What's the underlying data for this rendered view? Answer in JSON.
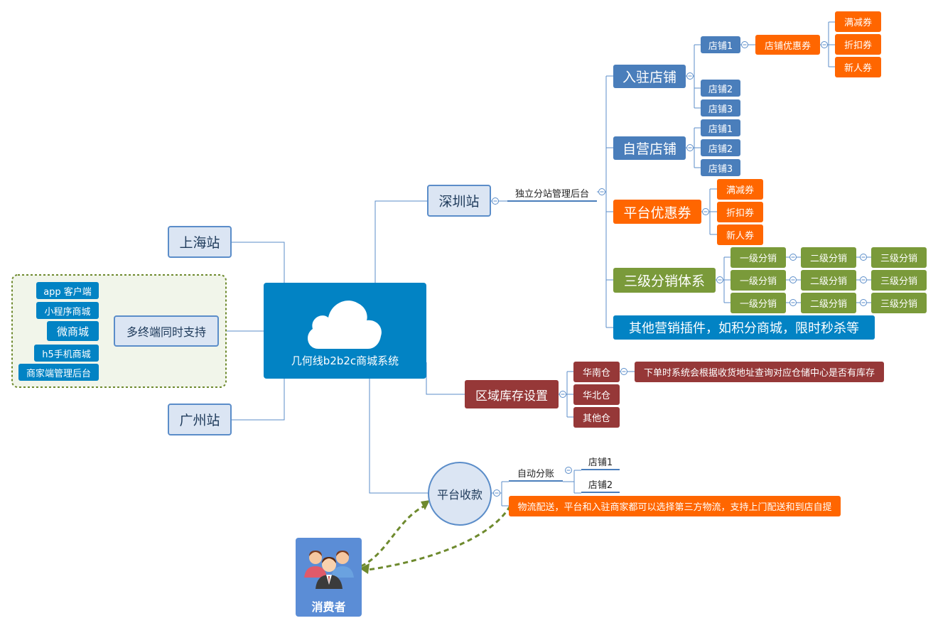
{
  "center": {
    "title": "几何线b2b2c商城系统",
    "icon": "cloud-icon"
  },
  "stations": {
    "shanghai": "上海站",
    "guangzhou": "广州站",
    "shenzhen": "深圳站"
  },
  "multi_terminal": {
    "label": "多终端同时支持",
    "items": [
      "app 客户端",
      "小程序商城",
      "微商城",
      "h5手机商城",
      "商家端管理后台"
    ]
  },
  "shenzhen_branch": {
    "admin_label": "独立分站管理后台",
    "settled_stores": {
      "label": "入驻店铺",
      "stores": [
        "店铺1",
        "店铺2",
        "店铺3"
      ],
      "coupon_label": "店铺优惠券",
      "coupons": [
        "满减券",
        "折扣券",
        "新人券"
      ]
    },
    "self_stores": {
      "label": "自营店铺",
      "stores": [
        "店铺1",
        "店铺2",
        "店铺3"
      ]
    },
    "platform_coupons": {
      "label": "平台优惠券",
      "coupons": [
        "满减券",
        "折扣券",
        "新人券"
      ]
    },
    "distribution": {
      "label": "三级分销体系",
      "rows": [
        [
          "一级分销",
          "二级分销",
          "三级分销"
        ],
        [
          "一级分销",
          "二级分销",
          "三级分销"
        ],
        [
          "一级分销",
          "二级分销",
          "三级分销"
        ]
      ]
    },
    "other_plugins": "其他营销插件，如积分商城，限时秒杀等"
  },
  "inventory": {
    "label": "区域库存设置",
    "warehouses": [
      "华南仓",
      "华北仓",
      "其他仓"
    ],
    "note": "下单时系统会根据收货地址查询对应仓储中心是否有库存"
  },
  "payment": {
    "label": "平台收款",
    "auto_split_label": "自动分账",
    "stores": [
      "店铺1",
      "店铺2"
    ],
    "logistics_note": "物流配送，平台和入驻商家都可以选择第三方物流，支持上门配送和到店自提"
  },
  "consumer": {
    "label": "消费者",
    "icon": "users-icon"
  },
  "colors": {
    "center": "#0283c4",
    "steel": "#4a7ebb",
    "orange": "#ff6600",
    "olive": "#7a9a3a",
    "maroon": "#963838",
    "light_fill": "#dbe5f3",
    "consumer": "#5b8dd6",
    "dashed_arrow": "#6e8a2e"
  }
}
